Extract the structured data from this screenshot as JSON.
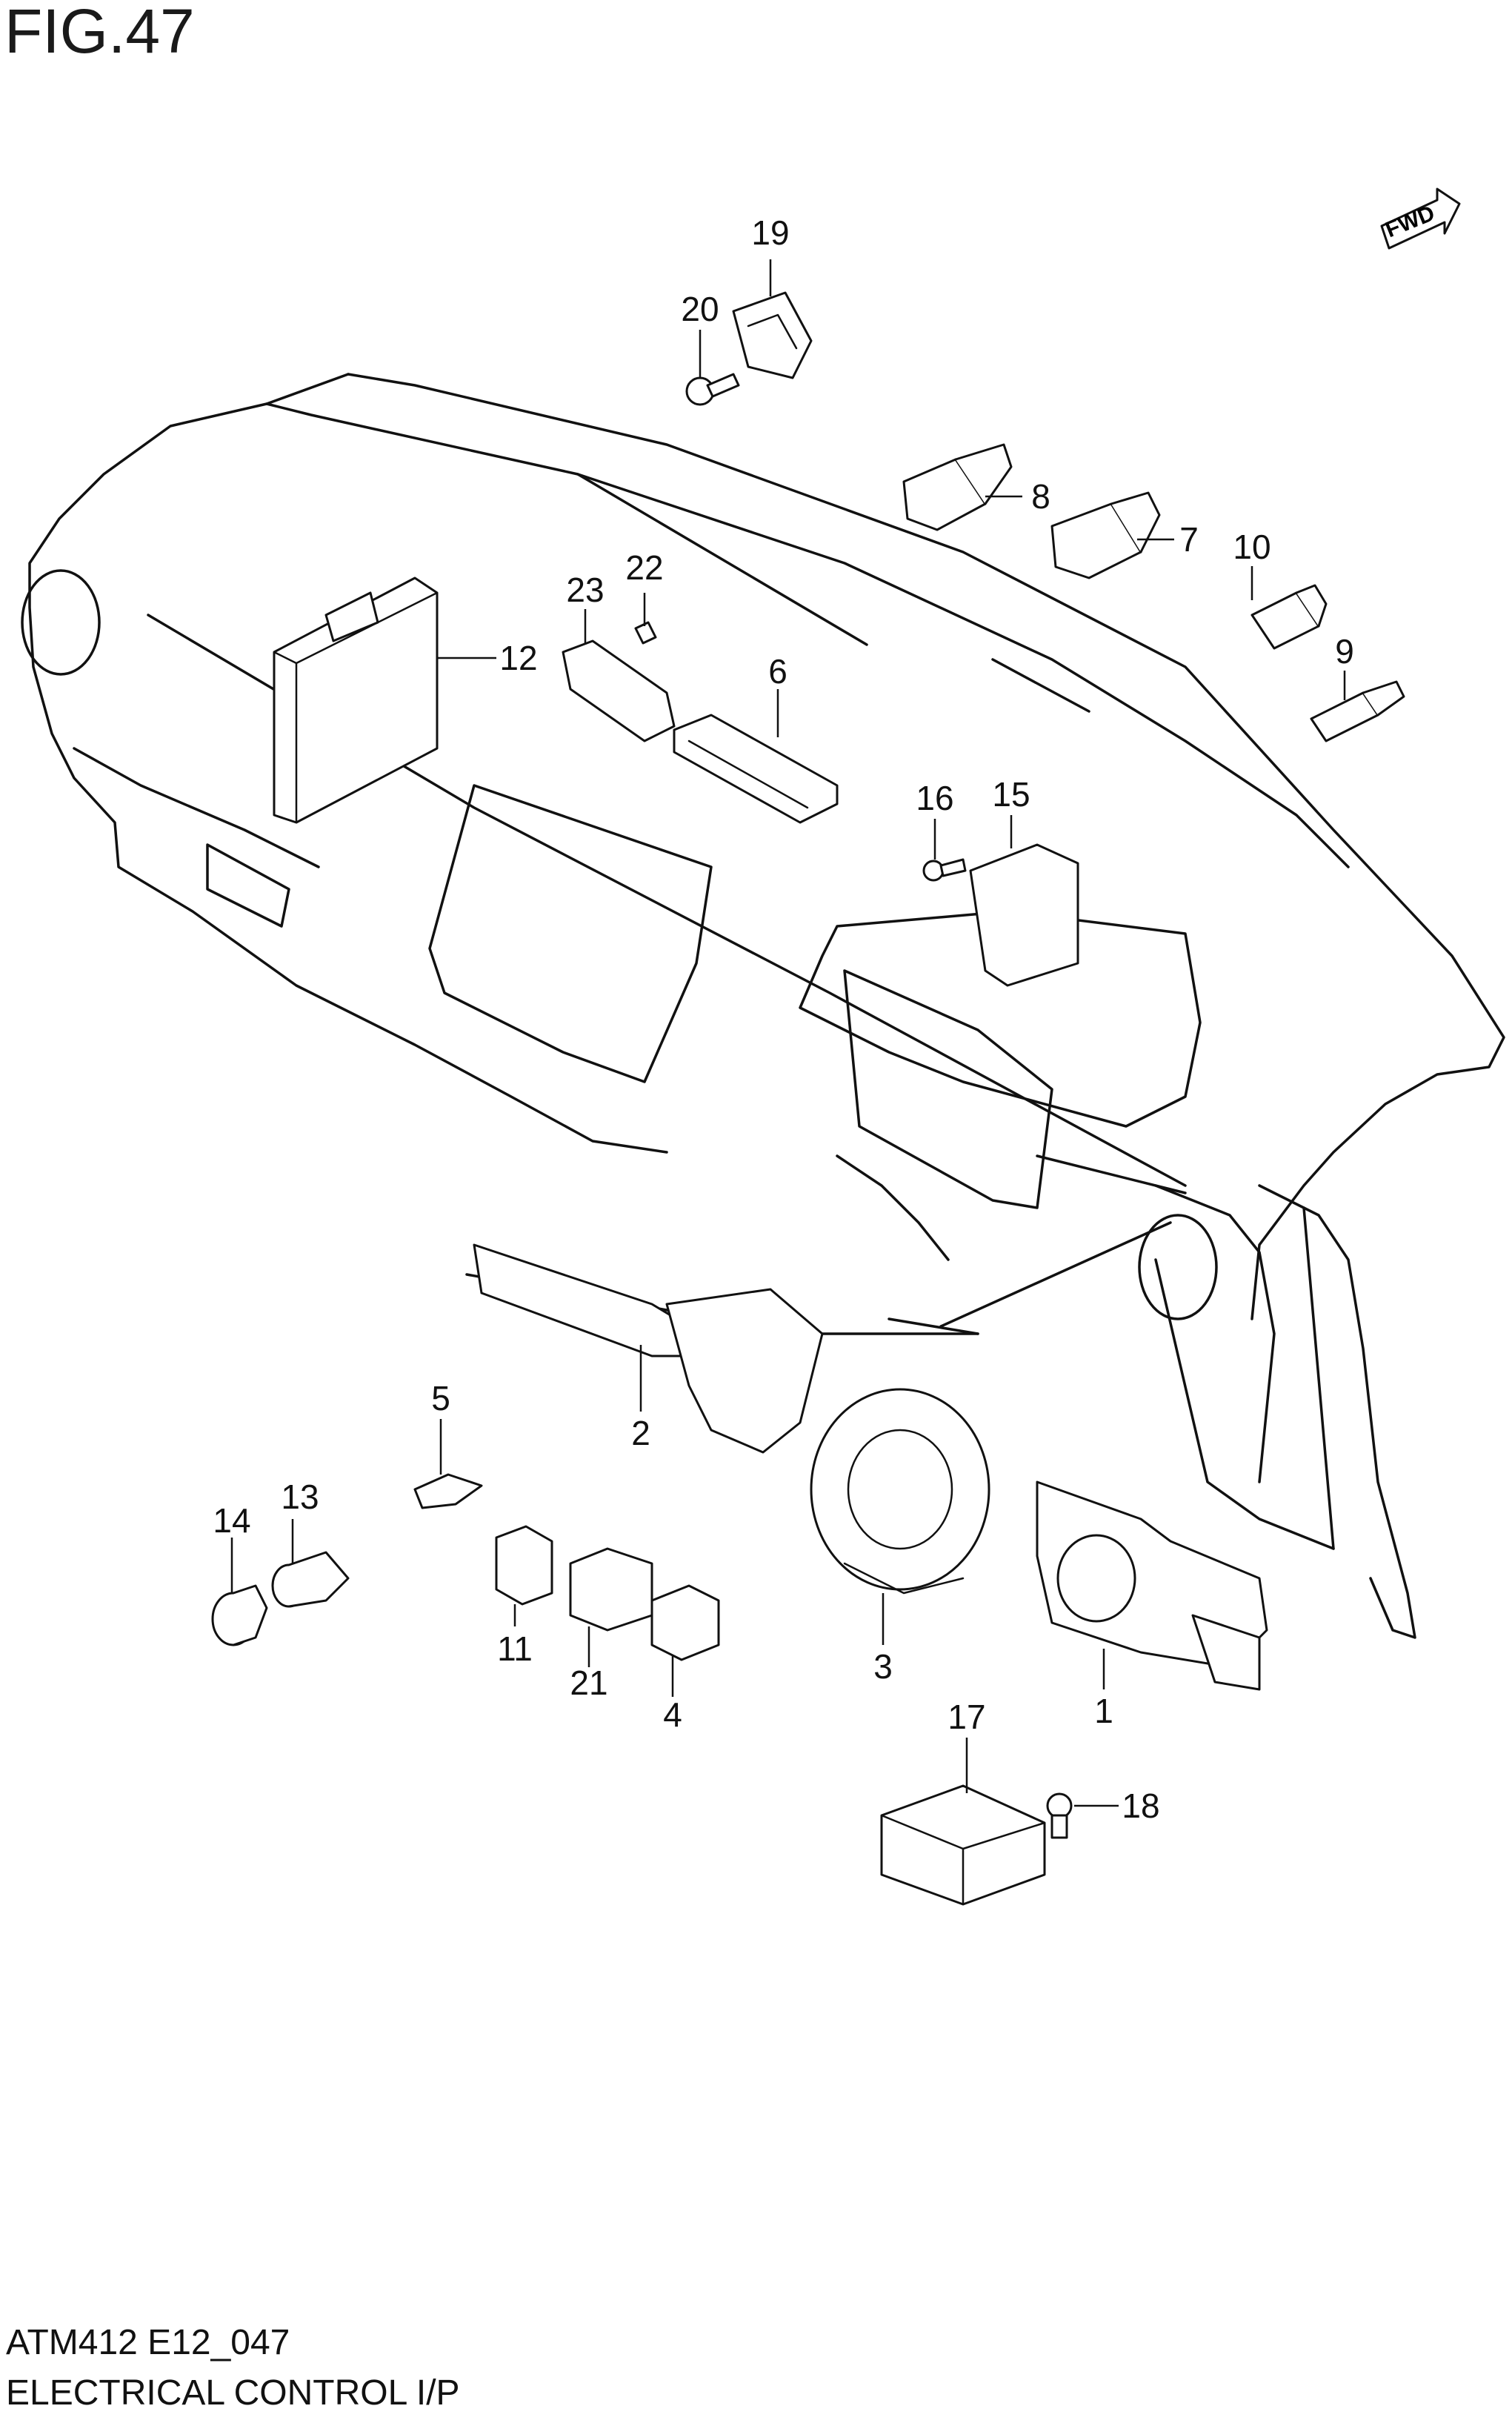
{
  "figure_title": "FIG.47",
  "footer": {
    "code": "ATM412 E12_047",
    "name": "ELECTRICAL CONTROL I/P"
  },
  "fwd_label": "FWD",
  "callouts": [
    "1",
    "2",
    "3",
    "4",
    "5",
    "6",
    "7",
    "8",
    "9",
    "10",
    "11",
    "12",
    "13",
    "14",
    "15",
    "16",
    "17",
    "18",
    "19",
    "20",
    "21",
    "22",
    "23"
  ]
}
